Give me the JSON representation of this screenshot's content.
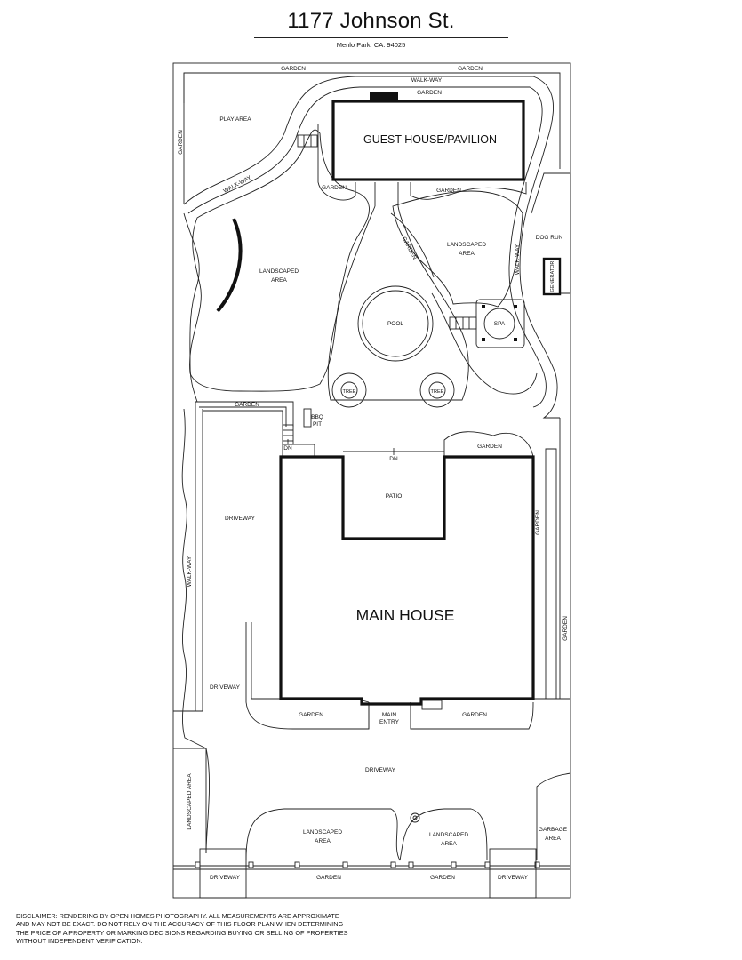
{
  "header": {
    "title": "1177 Johnson St.",
    "subtitle": "Menlo Park, CA. 94025"
  },
  "labels": {
    "garden": "GARDEN",
    "walkway": "WALK-WAY",
    "play_area": "PLAY AREA",
    "guest_house": "GUEST HOUSE/PAVILION",
    "landscaped_area": "LANDSCAPED AREA",
    "landscaped": "LANDSCAPED",
    "area": "AREA",
    "dog_run": "DOG RUN",
    "generator": "GENERATOR",
    "pool": "POOL",
    "spa": "SPA",
    "tree": "TREE",
    "bbq": "BBQ",
    "pit": "PIT",
    "dn": "DN",
    "patio": "PATIO",
    "driveway": "DRIVEWAY",
    "main_house": "MAIN HOUSE",
    "main": "MAIN",
    "entry": "ENTRY",
    "garbage": "GARBAGE"
  },
  "disclaimer": [
    "Disclaimer: Rendering by Open Homes Photography. All measurements are approximate",
    "and may not be exact. Do not rely on the accuracy of this floor plan when determining",
    "the price of a property or marking decisions regarding buying or selling of properties",
    "without independent verification."
  ]
}
